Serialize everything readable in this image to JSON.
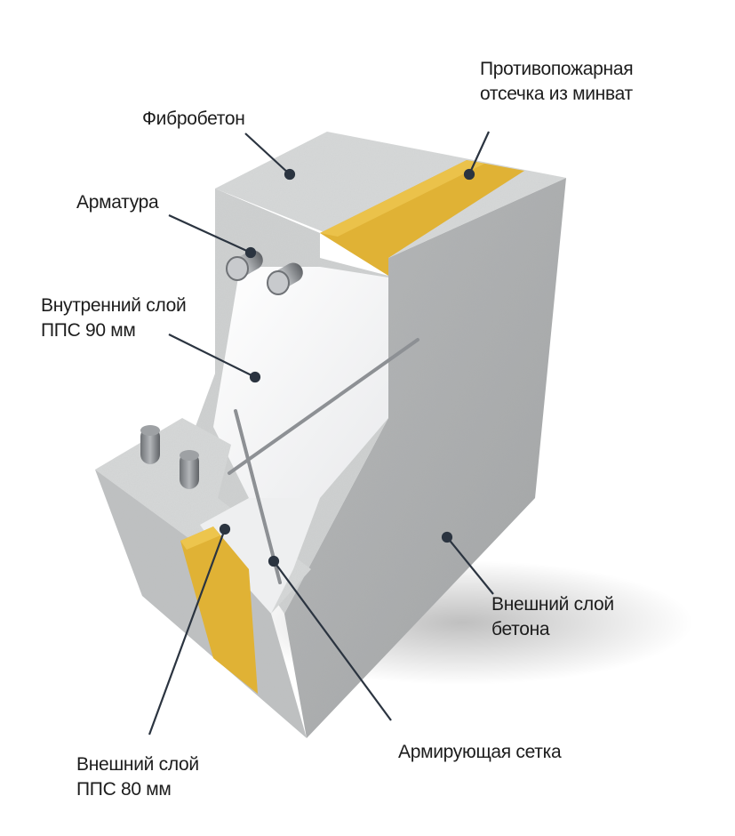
{
  "labels": {
    "fire_break": [
      "Противопожарная",
      "отсечка из минват"
    ],
    "fibrobeton": "Фибробетон",
    "rebar": "Арматура",
    "inner_eps": [
      "Внутренний слой",
      "ППС 90 мм"
    ],
    "outer_concrete": [
      "Внешний слой",
      "бетона"
    ],
    "mesh": "Армирующая сетка",
    "outer_eps": [
      "Внешний слой",
      "ППС 80 мм"
    ]
  },
  "colors": {
    "concrete_light": "#dadcdc",
    "concrete_mid": "#c9cbcb",
    "concrete_dark": "#a9abac",
    "eps": "#f3f4f5",
    "mineral_wool": "#e0b235",
    "rebar": "#8a8d91",
    "leader": "#2b3440"
  }
}
